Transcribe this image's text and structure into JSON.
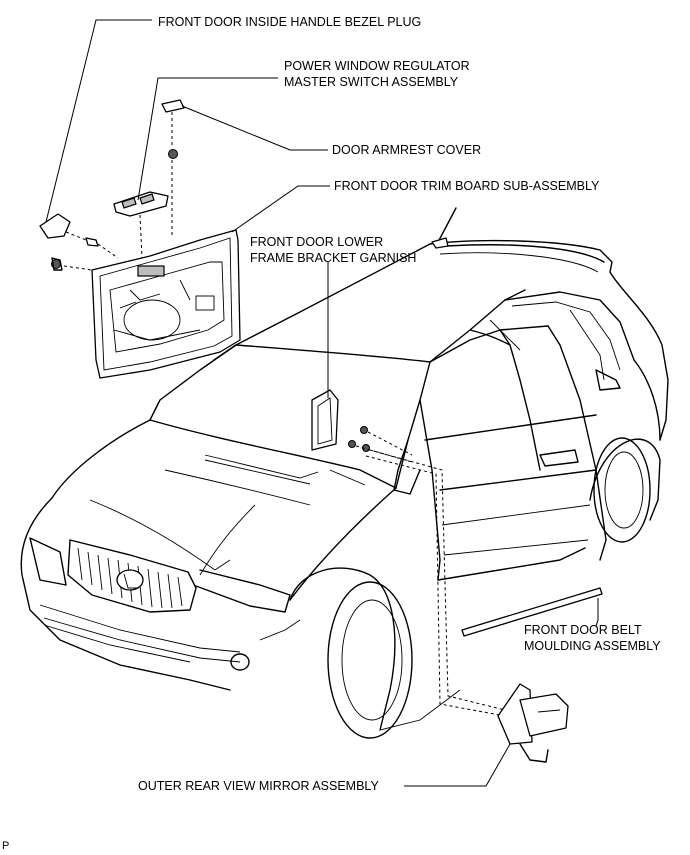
{
  "labels": {
    "bezel_plug": "FRONT DOOR INSIDE HANDLE BEZEL PLUG",
    "switch_line1": "POWER WINDOW REGULATOR",
    "switch_line2": "MASTER SWITCH ASSEMBLY",
    "armrest_cover": "DOOR ARMREST COVER",
    "trim_board": "FRONT DOOR TRIM BOARD SUB-ASSEMBLY",
    "garnish_line1": "FRONT DOOR LOWER",
    "garnish_line2": "FRAME BRACKET GARNISH",
    "belt_line1": "FRONT DOOR BELT",
    "belt_line2": "MOULDING ASSEMBLY",
    "mirror": "OUTER REAR VIEW MIRROR ASSEMBLY",
    "corner_mark": "P"
  }
}
